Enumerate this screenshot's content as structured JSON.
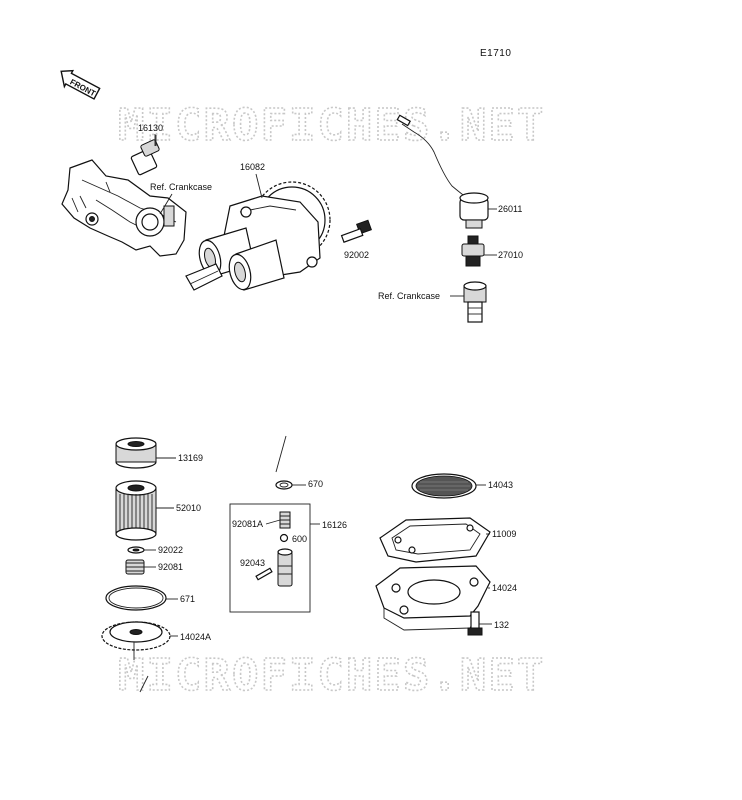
{
  "diagram_id": "E1710",
  "front_label": "FRONT",
  "watermark": "MICROFICHES.NET",
  "ref_crankcase": "Ref. Crankcase",
  "parts": {
    "p16130": "16130",
    "p16082": "16082",
    "p92002": "92002",
    "p26011": "26011",
    "p27010": "27010",
    "p13169": "13169",
    "p52010": "52010",
    "p92022": "92022",
    "p92081": "92081",
    "p671": "671",
    "p14024A": "14024A",
    "p670": "670",
    "p92081A": "92081A",
    "p16126": "16126",
    "p600": "600",
    "p92043": "92043",
    "p14043": "14043",
    "p11009": "11009",
    "p14024": "14024",
    "p132": "132"
  }
}
